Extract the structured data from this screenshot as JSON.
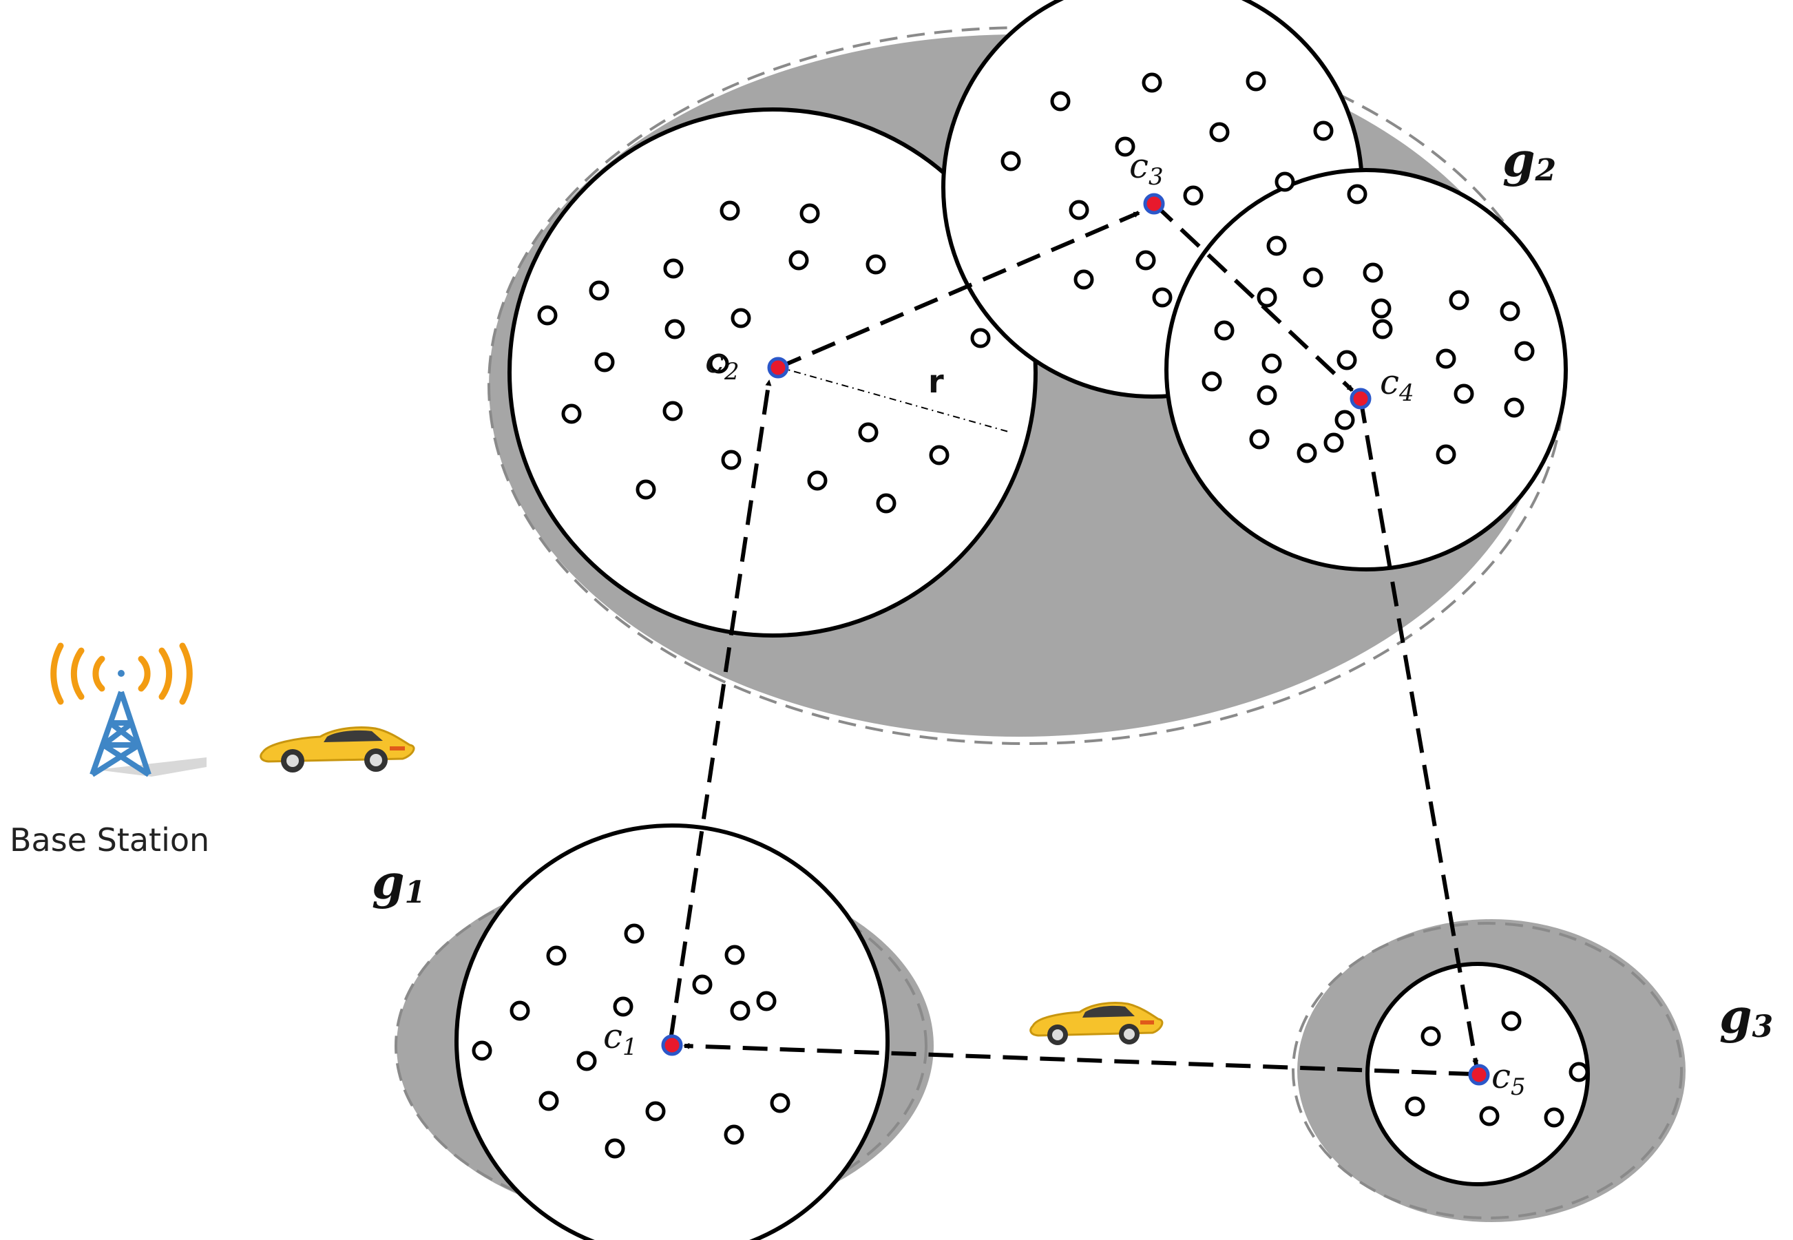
{
  "groups": [
    {
      "label": "g",
      "subscript": "1"
    },
    {
      "label": "g",
      "subscript": "2"
    },
    {
      "label": "g",
      "subscript": "3"
    }
  ],
  "centers": [
    {
      "label": "c",
      "subscript": "1"
    },
    {
      "label": "c",
      "subscript": "2"
    },
    {
      "label": "c",
      "subscript": "3"
    },
    {
      "label": "c",
      "subscript": "4"
    },
    {
      "label": "c",
      "subscript": "5"
    }
  ],
  "radius_label": "r",
  "base_station": {
    "label": "Base Station"
  },
  "colors": {
    "group_fill": "#a6a6a6",
    "group_dash": "#8a8a8a",
    "cluster_fill": "#ffffff",
    "center_fill": "#e8192c",
    "center_ring": "#2b57c9",
    "tower": "#3f86c6",
    "signal": "#f39c12",
    "car": "#f6c22b"
  }
}
